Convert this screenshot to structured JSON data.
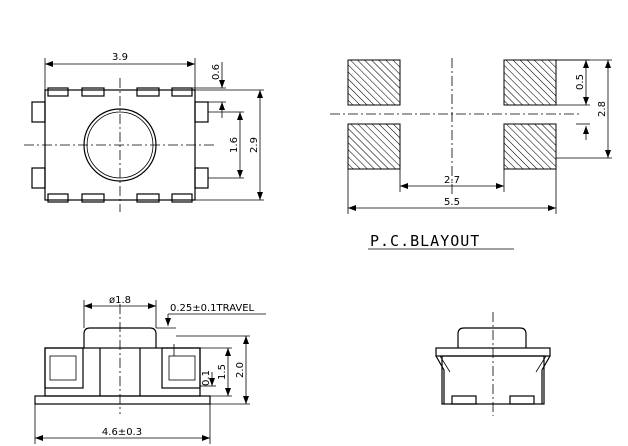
{
  "top_view": {
    "width": "3.9",
    "pin_offset": "0.6",
    "pitch": "1.6",
    "height": "2.9"
  },
  "pcb_layout": {
    "title": "P.C.BLAYOUT",
    "pad_height": "0.5",
    "total_height": "2.8",
    "inner_gap": "2.7",
    "total_width": "5.5"
  },
  "side_view": {
    "diameter": "ø1.8",
    "travel": "0.25±0.1TRAVEL",
    "stem_offset": "0.1",
    "body_height": "1.5",
    "total_height": "2.0",
    "width": "4.6±0.3"
  }
}
